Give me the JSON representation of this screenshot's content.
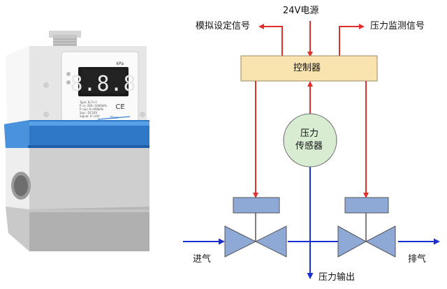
{
  "device": {
    "display_unit": "kPa",
    "display_digits": "8.8.8",
    "ce_mark": "CE",
    "flow_label": "Flow",
    "specs": [
      "Type: EL7+1",
      "P. in: 200~1000kPa",
      "P. out: 0~900kPa",
      "Sup.: DC24V",
      "Signal: 0~10V"
    ]
  },
  "diagram": {
    "power": "24V电源",
    "setpoint_signal": "模拟设定信号",
    "monitor_signal": "压力监测信号",
    "controller": "控制器",
    "sensor_line1": "压力",
    "sensor_line2": "传感器",
    "inlet": "进气",
    "exhaust": "排气",
    "outlet": "压力输出"
  },
  "colors": {
    "signal_arrow": "#e0302b",
    "air_flow": "#1a2fd0",
    "controller_fill": "#f9e3ae",
    "sensor_fill": "#d8ecd2",
    "valve_fill": "#8fa9d6",
    "device_blue": "#2f78c8"
  }
}
